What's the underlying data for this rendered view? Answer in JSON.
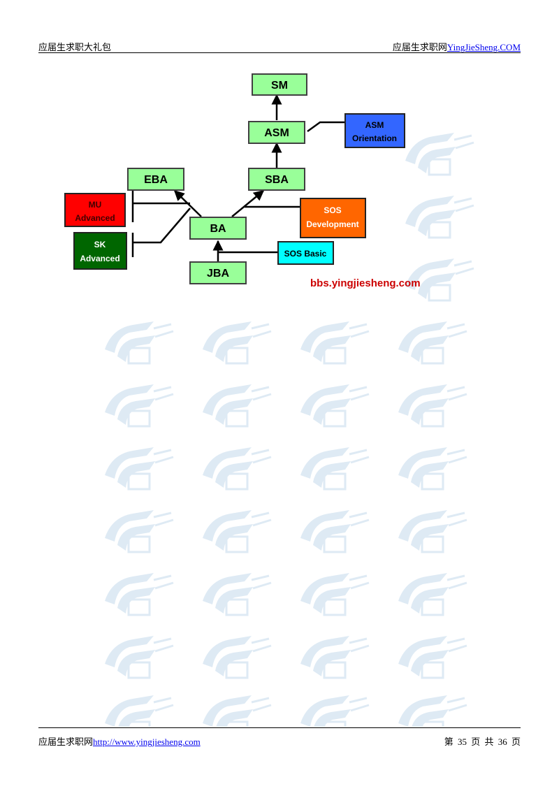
{
  "header": {
    "left_text": "应届生求职大礼包",
    "right_prefix": "应届生求职网",
    "right_link": "YingJieSheng.COM"
  },
  "diagram": {
    "nodes": {
      "sm": "SM",
      "asm": "ASM",
      "asm_orientation_line1": "ASM",
      "asm_orientation_line2": "Orientation",
      "eba": "EBA",
      "sba": "SBA",
      "mu_line1": "MU",
      "mu_line2": "Advanced",
      "sos_dev_line1": "SOS",
      "sos_dev_line2": "Development",
      "ba": "BA",
      "sk_line1": "SK",
      "sk_line2": "Advanced",
      "sos_basic": "SOS Basic",
      "jba": "JBA"
    },
    "watermark_url": "bbs.yingjiesheng.com",
    "colors": {
      "green": "#99ff99",
      "blue": "#3366ff",
      "red": "#ff0000",
      "dark_green": "#006600",
      "orange": "#ff6600",
      "cyan": "#00ffff",
      "url_red": "#cc0000"
    }
  },
  "footer": {
    "left_prefix": "应届生求职网",
    "left_link": "http://www.yingjiesheng.com",
    "page_text": "第 35 页 共 36 页"
  }
}
